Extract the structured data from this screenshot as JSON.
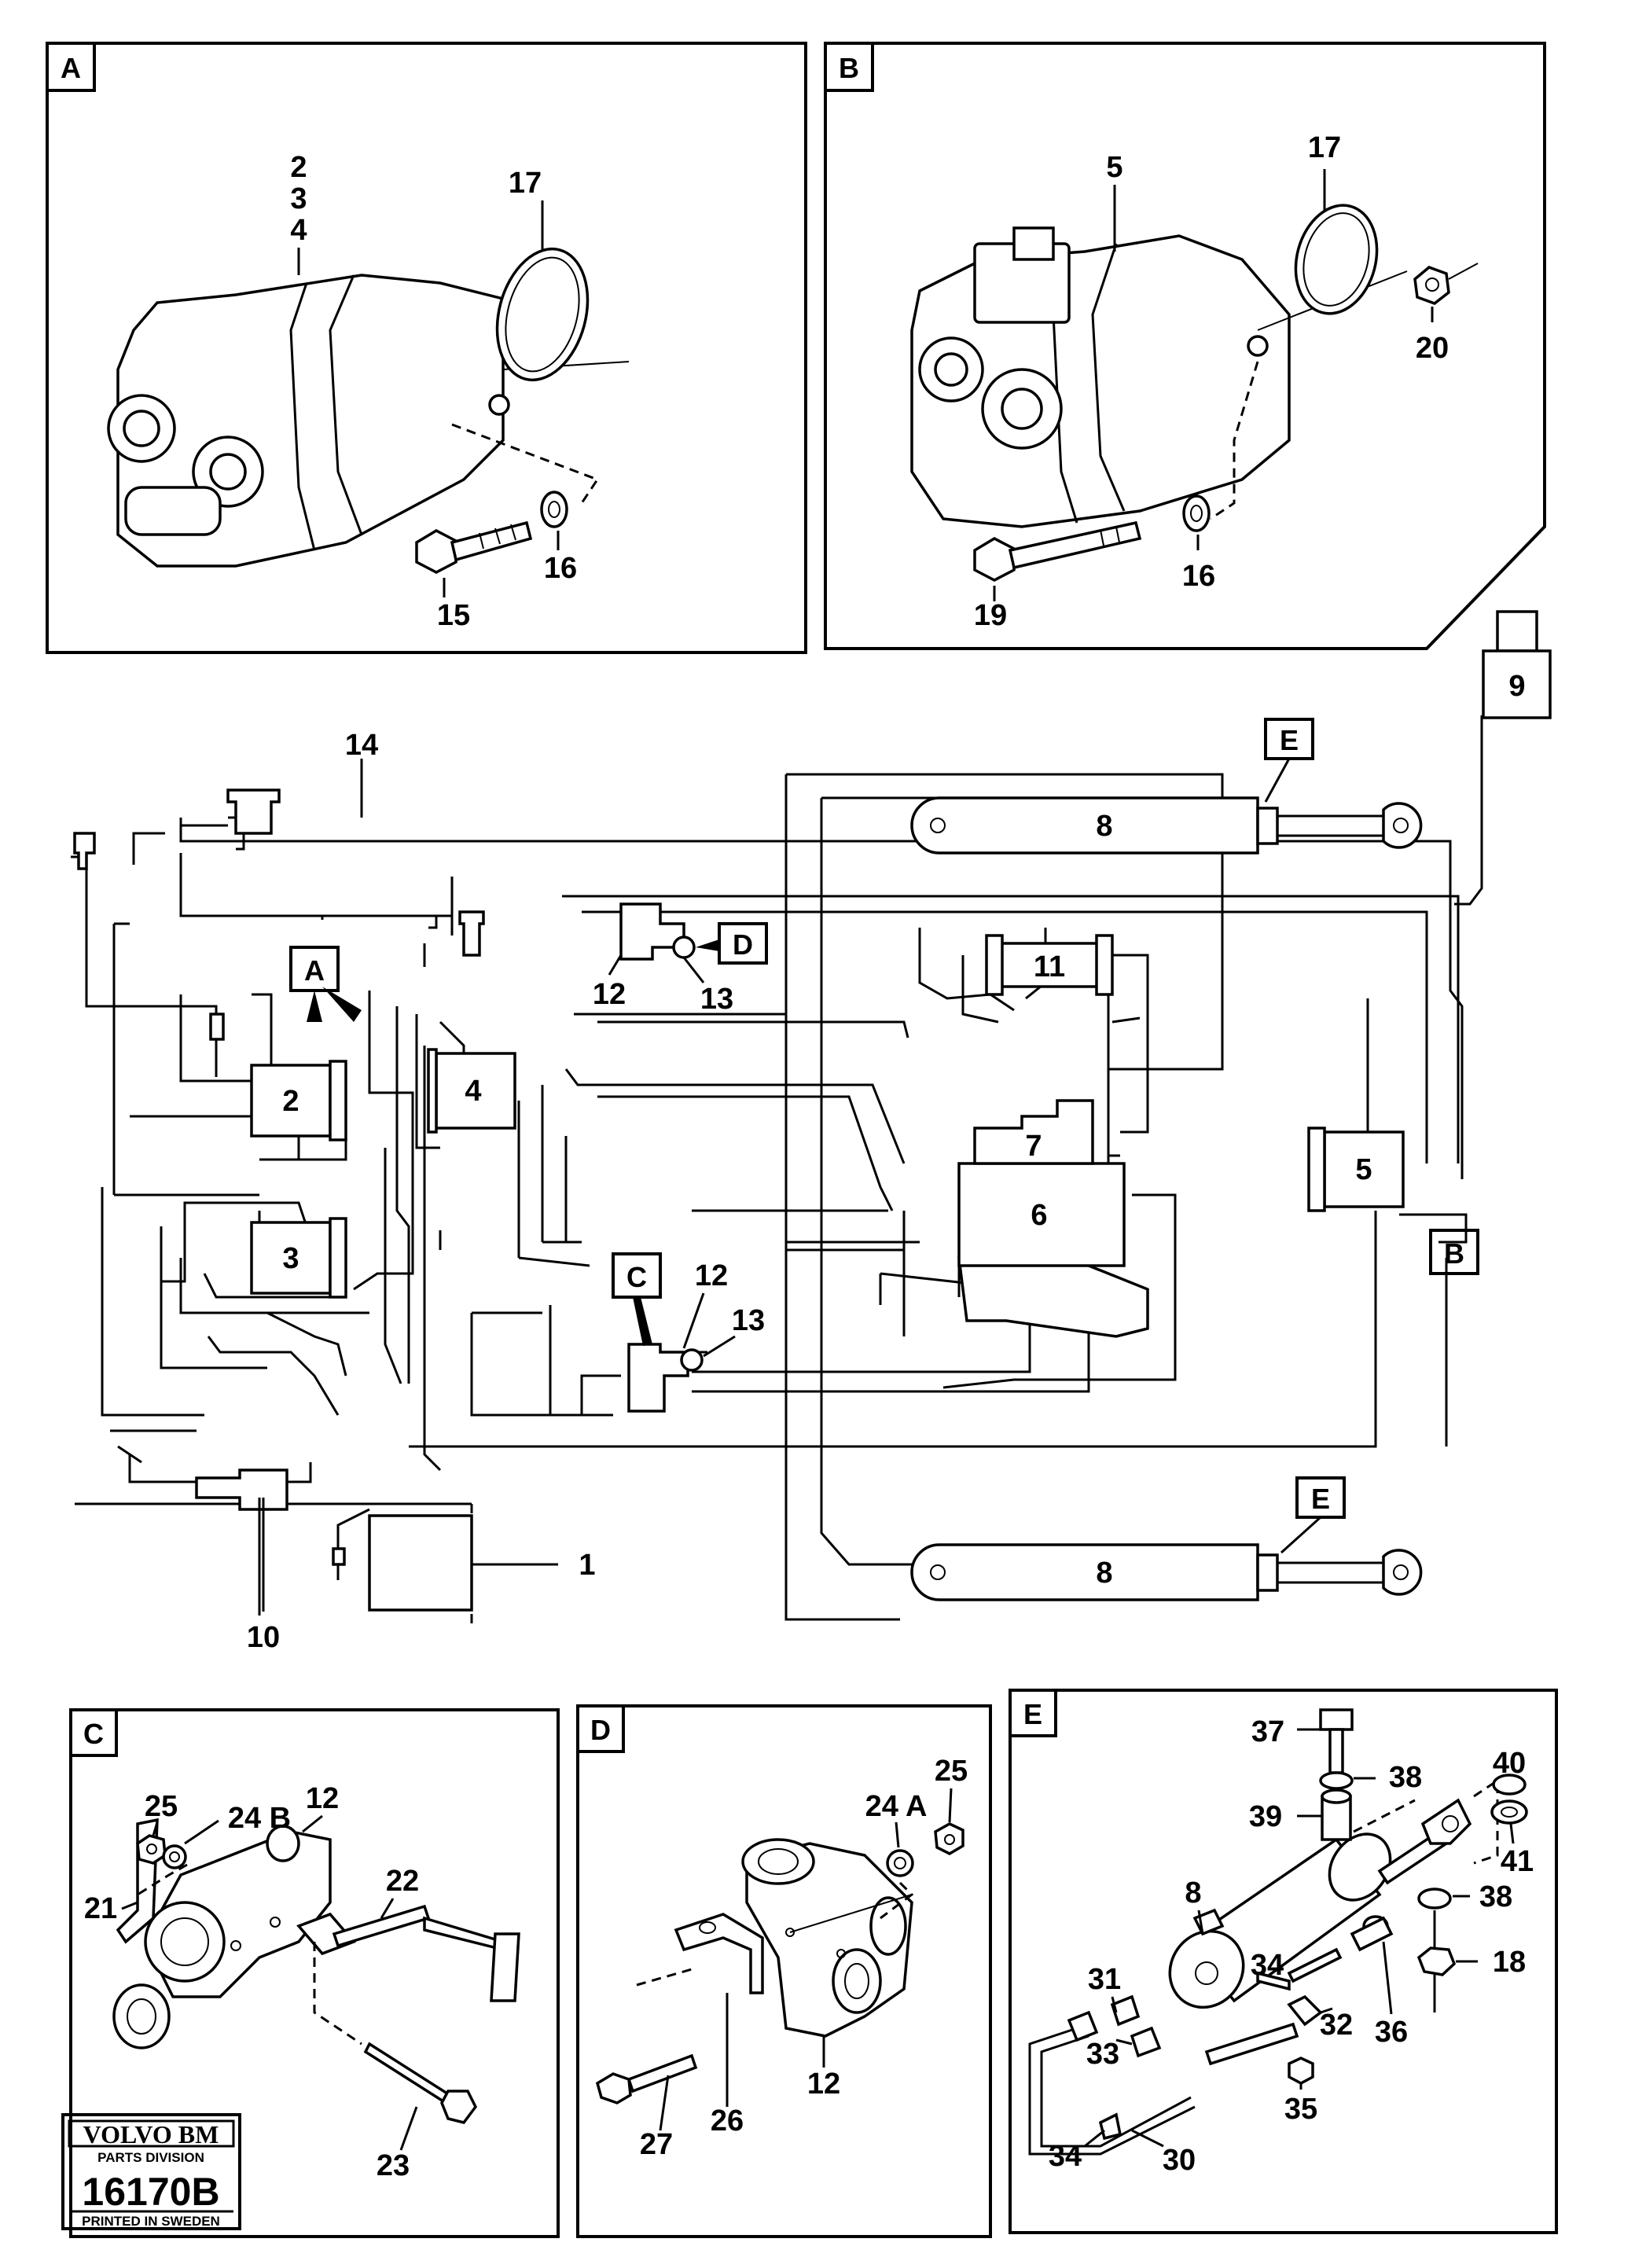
{
  "panels": {
    "A": {
      "tag": "A",
      "labels": [
        "2",
        "3",
        "4",
        "17",
        "15",
        "16"
      ]
    },
    "B": {
      "tag": "B",
      "labels": [
        "5",
        "17",
        "20",
        "19",
        "16"
      ]
    },
    "C": {
      "tag": "C",
      "labels": [
        "25",
        "24 B",
        "12",
        "21",
        "22",
        "23"
      ]
    },
    "D": {
      "tag": "D",
      "labels": [
        "24 A",
        "25",
        "12",
        "26",
        "27"
      ]
    },
    "E": {
      "tag": "E",
      "labels": [
        "37",
        "38",
        "39",
        "40",
        "41",
        "8",
        "38",
        "18",
        "31",
        "34",
        "36",
        "32",
        "33",
        "34",
        "30",
        "35"
      ]
    }
  },
  "schematic": {
    "components": [
      "2",
      "3",
      "4",
      "5",
      "6",
      "7",
      "8",
      "8",
      "9",
      "11"
    ],
    "callouts": [
      "14",
      "12",
      "13",
      "12",
      "13",
      "1",
      "10"
    ],
    "refs": [
      "A",
      "B",
      "C",
      "D",
      "E",
      "E"
    ]
  },
  "stamp": {
    "brand": "VOLVO BM",
    "division": "PARTS DIVISION",
    "number": "16170B",
    "origin": "PRINTED IN SWEDEN"
  }
}
